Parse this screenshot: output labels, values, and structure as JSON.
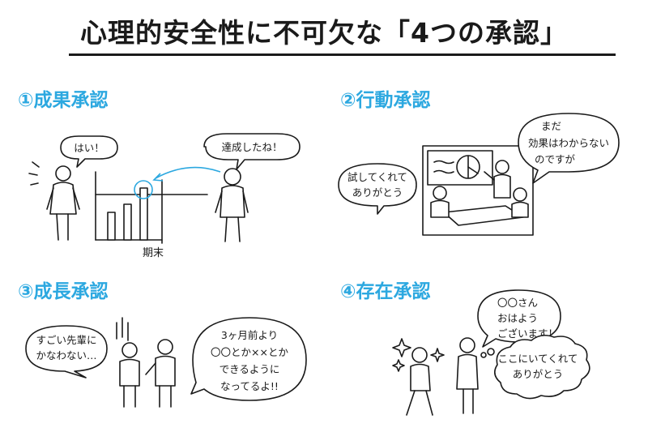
{
  "title": "心理的安全性に不可欠な「4つの承認」",
  "sections": [
    {
      "heading": "①成果承認",
      "bubbles": [
        "はい！",
        "達成したね！"
      ],
      "axis_label": "期末"
    },
    {
      "heading": "②行動承認",
      "bubbles": [
        [
          "試してくれて",
          "ありがとう"
        ],
        [
          "まだ",
          "効果はわからない",
          "のですが"
        ]
      ]
    },
    {
      "heading": "③成長承認",
      "bubbles": [
        [
          "すごい先輩に",
          "かなわない…"
        ],
        [
          "3ヶ月前より",
          "〇〇とか××とか",
          "できるように",
          "なってるよ!!"
        ]
      ]
    },
    {
      "heading": "④存在承認",
      "bubbles": [
        [
          "〇〇さん",
          "おはよう",
          "ございます！"
        ],
        [
          "ここにいてくれて",
          "ありがとう"
        ]
      ]
    }
  ],
  "colors": {
    "accent": "#2ca8e0",
    "ink": "#1a1a1a"
  }
}
